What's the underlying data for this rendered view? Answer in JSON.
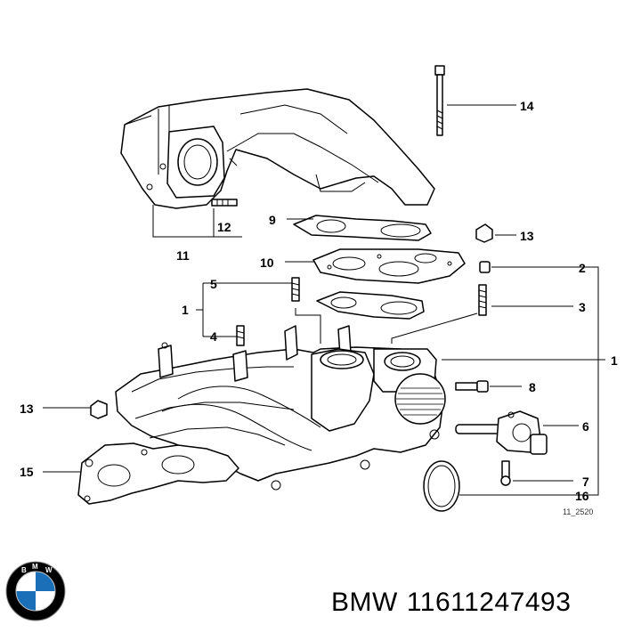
{
  "diagram": {
    "reference_code": "11_2520",
    "callouts": [
      {
        "id": "c14",
        "label": "14"
      },
      {
        "id": "c9",
        "label": "9"
      },
      {
        "id": "c12",
        "label": "12"
      },
      {
        "id": "c11",
        "label": "11"
      },
      {
        "id": "c13a",
        "label": "13"
      },
      {
        "id": "c10",
        "label": "10"
      },
      {
        "id": "c2",
        "label": "2"
      },
      {
        "id": "c5",
        "label": "5"
      },
      {
        "id": "c1a",
        "label": "1"
      },
      {
        "id": "c3",
        "label": "3"
      },
      {
        "id": "c4",
        "label": "4"
      },
      {
        "id": "c1b",
        "label": "1"
      },
      {
        "id": "c13b",
        "label": "13"
      },
      {
        "id": "c8",
        "label": "8"
      },
      {
        "id": "c6",
        "label": "6"
      },
      {
        "id": "c15",
        "label": "15"
      },
      {
        "id": "c7",
        "label": "7"
      },
      {
        "id": "c16",
        "label": "16"
      }
    ]
  },
  "caption": {
    "brand": "BMW",
    "part_number": "11611247493"
  },
  "logo": {
    "letters": "BMW",
    "colors": {
      "ring": "#000000",
      "blue": "#1b6fb8",
      "white": "#ffffff"
    }
  }
}
